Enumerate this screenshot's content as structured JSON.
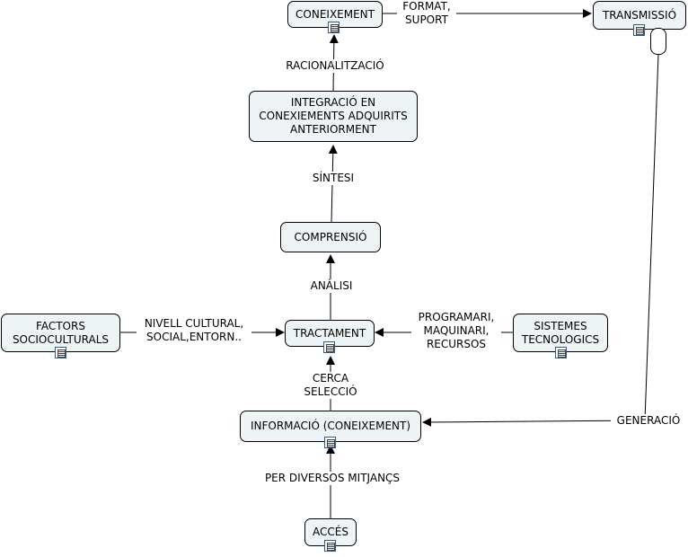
{
  "nodes": {
    "coneixement": "CONEIXEMENT",
    "transmissio": "TRANSMISSIÓ",
    "integracio": "INTEGRACIÓ EN\nCONEXIEMENTS ADQUIRITS\nANTERIORMENT",
    "comprensio": "COMPRENSIÓ",
    "tractament": "TRACTAMENT",
    "factors": "FACTORS\nSOCIOCULTURALS",
    "sistemes": "SISTEMES\nTECNOLOGICS",
    "informacio": "INFORMACIÓ (CONEIXEMENT)",
    "acces": "ACCÉS"
  },
  "links": {
    "format_suport": "FORMAT,\nSUPORT",
    "racionalitzacio": "RACIONALITZACIÓ",
    "sintesi": "SÍNTESI",
    "analisi": "ANÀLISI",
    "nivell_cultural": "NIVELL CULTURAL,\nSOCIAL,ENTORN..",
    "programari": "PROGRAMARI,\nMAQUINARI,\nRECURSOS",
    "cerca_seleccio": "CERCA\nSELECCIÓ",
    "generacio": "GENERACIÓ",
    "per_diversos": "PER DIVERSOS MITJANÇS"
  },
  "colors": {
    "node_fill": "#eef3f5",
    "stroke": "#000000",
    "icon_border": "#2e5b8a"
  },
  "icons": [
    "document-icon"
  ]
}
